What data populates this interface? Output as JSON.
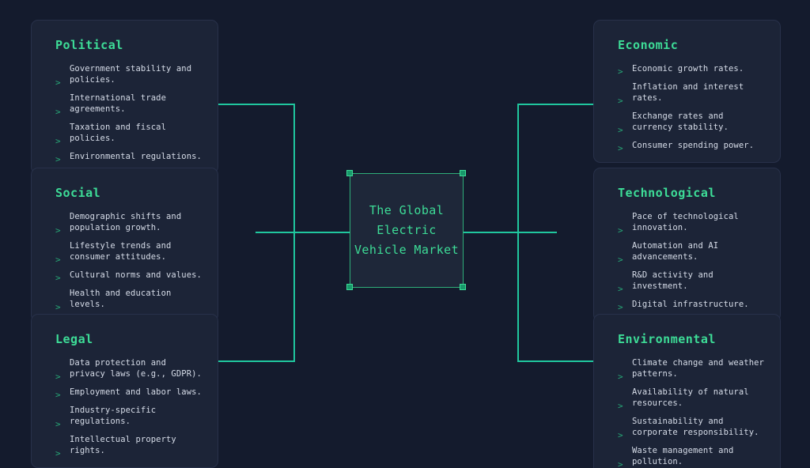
{
  "colors": {
    "background": "#141b2d",
    "card_background": "#1c2437",
    "card_border": "#28314a",
    "accent_green": "#3ddc97",
    "connector": "#20c79e",
    "body_text": "#d6dce8",
    "bullet": "#27a877"
  },
  "center": {
    "title": "The Global\nElectric\nVehicle Market",
    "selected": true
  },
  "bullet_glyph": ">",
  "cards": {
    "political": {
      "title": "Political",
      "items": [
        "Government stability and policies.",
        "International trade agreements.",
        "Taxation and fiscal policies.",
        "Environmental regulations."
      ]
    },
    "social": {
      "title": "Social",
      "items": [
        "Demographic shifts and population growth.",
        "Lifestyle trends and consumer attitudes.",
        "Cultural norms and values.",
        "Health and education levels."
      ]
    },
    "legal": {
      "title": "Legal",
      "items": [
        "Data protection and privacy laws (e.g., GDPR).",
        "Employment and labor laws.",
        "Industry-specific regulations.",
        "Intellectual property rights."
      ]
    },
    "economic": {
      "title": "Economic",
      "items": [
        "Economic growth rates.",
        "Inflation and interest rates.",
        "Exchange rates and currency stability.",
        "Consumer spending power."
      ]
    },
    "technological": {
      "title": "Technological",
      "items": [
        "Pace of technological innovation.",
        "Automation and AI advancements.",
        "R&D activity and investment.",
        "Digital infrastructure."
      ]
    },
    "environmental": {
      "title": "Environmental",
      "items": [
        "Climate change and weather patterns.",
        "Availability of natural resources.",
        "Sustainability and corporate responsibility.",
        "Waste management and pollution."
      ]
    }
  }
}
